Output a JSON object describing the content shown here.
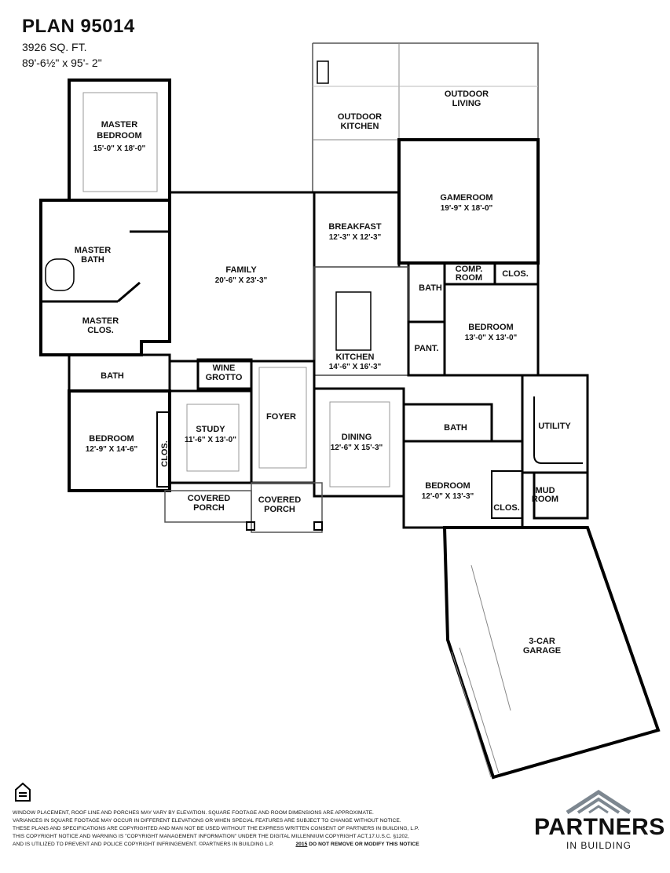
{
  "header": {
    "title": "PLAN 95014",
    "sqft": "3926 SQ. FT.",
    "dimensions": "89'-6½\" x 95'- 2\""
  },
  "rooms": {
    "master_bedroom": {
      "name1": "MASTER",
      "name2": "BEDROOM",
      "dim": "15'-0\" X 18'-0\""
    },
    "outdoor_kitchen": {
      "name1": "OUTDOOR",
      "name2": "KITCHEN"
    },
    "outdoor_living": {
      "name1": "OUTDOOR",
      "name2": "LIVING"
    },
    "gameroom": {
      "name": "GAMEROOM",
      "dim": "19'-9\" X 18'-0\""
    },
    "master_bath": {
      "name1": "MASTER",
      "name2": "BATH"
    },
    "breakfast": {
      "name": "BREAKFAST",
      "dim": "12'-3\" X 12'-3\""
    },
    "family": {
      "name": "FAMILY",
      "dim": "20'-6\" X 23'-3\""
    },
    "comp_room": {
      "name1": "COMP.",
      "name2": "ROOM"
    },
    "clos_upper": {
      "name": "CLOS."
    },
    "bath_upper": {
      "name": "BATH"
    },
    "master_clos": {
      "name1": "MASTER",
      "name2": "CLOS."
    },
    "bedroom_right": {
      "name": "BEDROOM",
      "dim": "13'-0\" X 13'-0\""
    },
    "pant": {
      "name": "PANT."
    },
    "kitchen": {
      "name": "KITCHEN",
      "dim": "14'-6\" X 16'-3\""
    },
    "bath_left": {
      "name": "BATH"
    },
    "wine_grotto": {
      "name1": "WINE",
      "name2": "GROTTO"
    },
    "foyer": {
      "name": "FOYER"
    },
    "dining": {
      "name": "DINING",
      "dim": "12'-6\" X 15'-3\""
    },
    "bath_mid": {
      "name": "BATH"
    },
    "utility": {
      "name": "UTILITY"
    },
    "study": {
      "name": "STUDY",
      "dim": "11'-6\" X 13'-0\""
    },
    "bedroom_left": {
      "name": "BEDROOM",
      "dim": "12'-9\" X 14'-6\""
    },
    "clos_left": {
      "name": "CLOS."
    },
    "bedroom_mid": {
      "name": "BEDROOM",
      "dim": "12'-0\" X 13'-3\""
    },
    "mud_room": {
      "name1": "MUD",
      "name2": "ROOM"
    },
    "clos_mid": {
      "name": "CLOS."
    },
    "covered_porch_left": {
      "name1": "COVERED",
      "name2": "PORCH"
    },
    "covered_porch_right": {
      "name1": "COVERED",
      "name2": "PORCH"
    },
    "garage": {
      "name1": "3-CAR",
      "name2": "GARAGE"
    }
  },
  "footer": {
    "line1": "WINDOW PLACEMENT, ROOF LINE AND PORCHES MAY VARY BY ELEVATION.  SQUARE FOOTAGE AND ROOM DIMENSIONS ARE APPROXIMATE.",
    "line2": "VARIANCES IN SQUARE FOOTAGE MAY OCCUR IN DIFFERENT ELEVATIONS OR  WHEN SPECIAL FEATURES ARE SUBJECT TO CHANGE WITHOUT NOTICE.",
    "line3": "THESE PLANS AND SPECIFICATIONS ARE COPYRIGHTED AND MAN NOT BE USED WITHOUT THE EXPRESS WRITTEN CONSENT OF PARTNERS IN BUILDING, L.P.",
    "line4": "THIS COPYRIGHT NOTICE AND WARNING IS \"COPYRIGHT MANAGEMENT INFORMATION\" UNDER THE DIGITAL MILLENNIUM COPYRIGHT ACT,17.U.S.C.     §1202,",
    "line5": "AND IS UTILIZED TO PREVENT AND POLICE COPYRIGHT INFRINGEMENT.  ©PARTNERS IN BUILDING L.P.",
    "year": "2015",
    "warning": "DO NOT REMOVE OR MODIFY THIS NOTICE"
  },
  "logo": {
    "name": "PARTNERS",
    "sub": "IN BUILDING"
  },
  "icons": {
    "equal_housing": "equal-housing-icon",
    "partners_roof": "roof-logo-icon"
  }
}
